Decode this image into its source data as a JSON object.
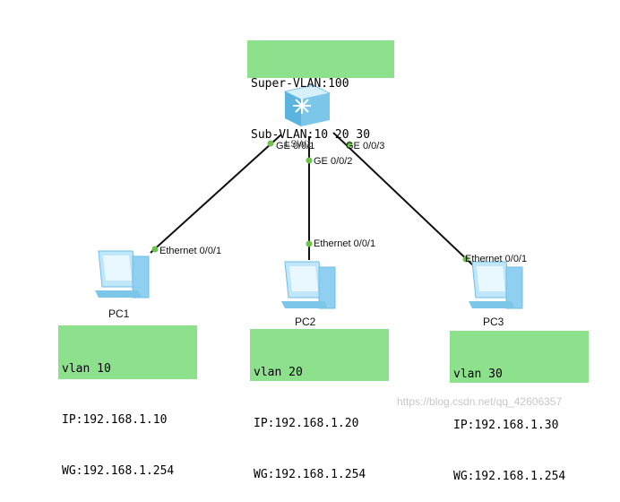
{
  "switch_box": {
    "line1": "Super-VLAN:100",
    "line2": "Sub-VLAN:10 20 30",
    "color": "#8de18d"
  },
  "switch": {
    "ports": [
      "GE 0/0/1",
      "GE 0/0/2",
      "GE 0/0/3"
    ],
    "extra_label": "LSW1"
  },
  "pcs": [
    {
      "name": "PC1",
      "port": "Ethernet 0/0/1",
      "vlan": "vlan 10",
      "ip": "IP:192.168.1.10",
      "wg": "WG:192.168.1.254"
    },
    {
      "name": "PC2",
      "port": "Ethernet 0/0/1",
      "vlan": "vlan 20",
      "ip": "IP:192.168.1.20",
      "wg": "WG:192.168.1.254"
    },
    {
      "name": "PC3",
      "port": "Ethernet 0/0/1",
      "vlan": "vlan 30",
      "ip": "IP:192.168.1.30",
      "wg": "WG:192.168.1.254"
    }
  ],
  "link_dot_color": "#6cc24a",
  "watermark": "https://blog.csdn.net/qq_42606357"
}
